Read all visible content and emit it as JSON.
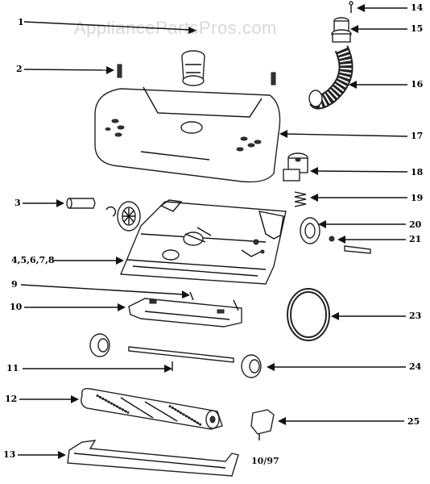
{
  "watermark": "AppliancePartsPros.com",
  "date_code": "10/97",
  "callouts": {
    "c1": "1",
    "c2": "2",
    "c3": "3",
    "c4": "4,5,6,7,8",
    "c9": "9",
    "c10": "10",
    "c11": "11",
    "c12": "12",
    "c13": "13",
    "c14": "14",
    "c15": "15",
    "c16": "16",
    "c17": "17",
    "c18": "18",
    "c19": "19",
    "c20": "20",
    "c21": "21",
    "c23": "23",
    "c24": "24",
    "c25": "25"
  }
}
